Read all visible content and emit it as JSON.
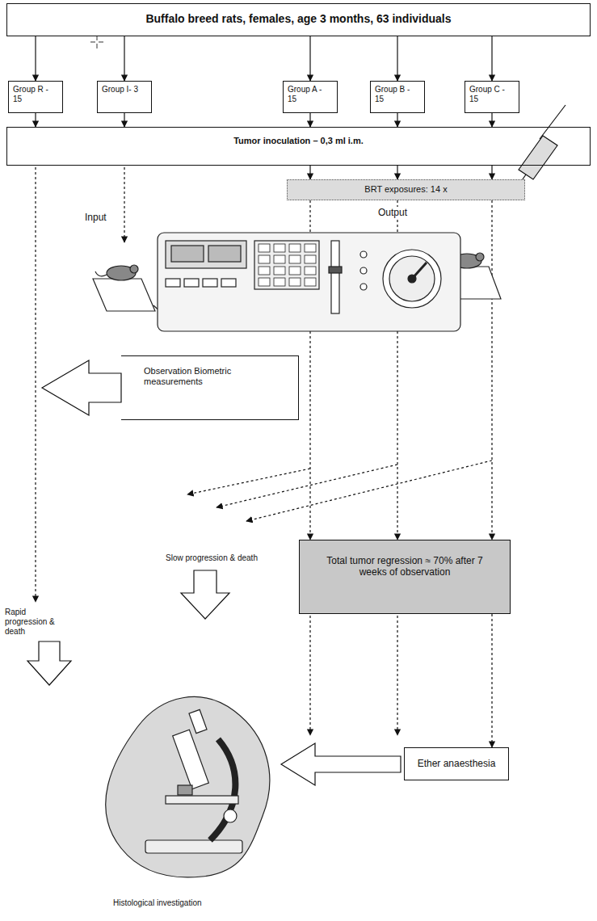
{
  "diagram": {
    "nodes": [
      {
        "text": [
          "Buffalo breed rats, females, age 3 months, 63 individuals"
        ]
      },
      {
        "text": [
          "Group R - 15"
        ]
      },
      {
        "text": [
          "Group I- 3"
        ]
      },
      {
        "text": [
          "Group A - 15"
        ]
      },
      {
        "text": [
          "Group B - 15"
        ]
      },
      {
        "text": [
          "Group C - 15"
        ]
      },
      {
        "text": [
          "Tumor inoculation – 0,3 ml i.m."
        ]
      },
      {
        "text": [
          "BRT exposures: 14 x"
        ]
      },
      {
        "text": [
          "Observation Biometric measurements"
        ]
      },
      {
        "text": [
          "Total tumor regression ≈ 70% after 7 weeks of observation"
        ]
      },
      {
        "text": [
          "Ether anaesthesia"
        ]
      }
    ],
    "edges": [
      {
        "from": 0,
        "to": 1,
        "arrow": "to"
      },
      {
        "from": 0,
        "to": 2,
        "arrow": "to"
      },
      {
        "from": 0,
        "to": 3,
        "arrow": "to"
      },
      {
        "from": 0,
        "to": 4,
        "arrow": "to"
      },
      {
        "from": 0,
        "to": 5,
        "arrow": "to"
      },
      {
        "from": 1,
        "to": 6,
        "arrow": "to"
      },
      {
        "from": 2,
        "to": 6,
        "arrow": "to"
      },
      {
        "from": 3,
        "to": 6,
        "arrow": "to"
      },
      {
        "from": 4,
        "to": 6,
        "arrow": "to"
      },
      {
        "from": 5,
        "to": 6,
        "arrow": "to"
      },
      {
        "from": 6,
        "to": 7,
        "arrow": "to"
      },
      {
        "from": 6,
        "to": 7,
        "arrow": "to"
      },
      {
        "from": 6,
        "to": 7,
        "arrow": "to"
      },
      {
        "from": 7,
        "to": 9,
        "arrow": "to"
      },
      {
        "from": 7,
        "to": 9,
        "arrow": "to"
      },
      {
        "from": 7,
        "to": 9,
        "arrow": "to"
      },
      {
        "from": 9,
        "to": 10,
        "arrow": "to"
      }
    ],
    "labels": [
      "Input",
      "Output",
      "Rapid progression & death",
      "Slow progression & death",
      "Histological investigation"
    ]
  }
}
